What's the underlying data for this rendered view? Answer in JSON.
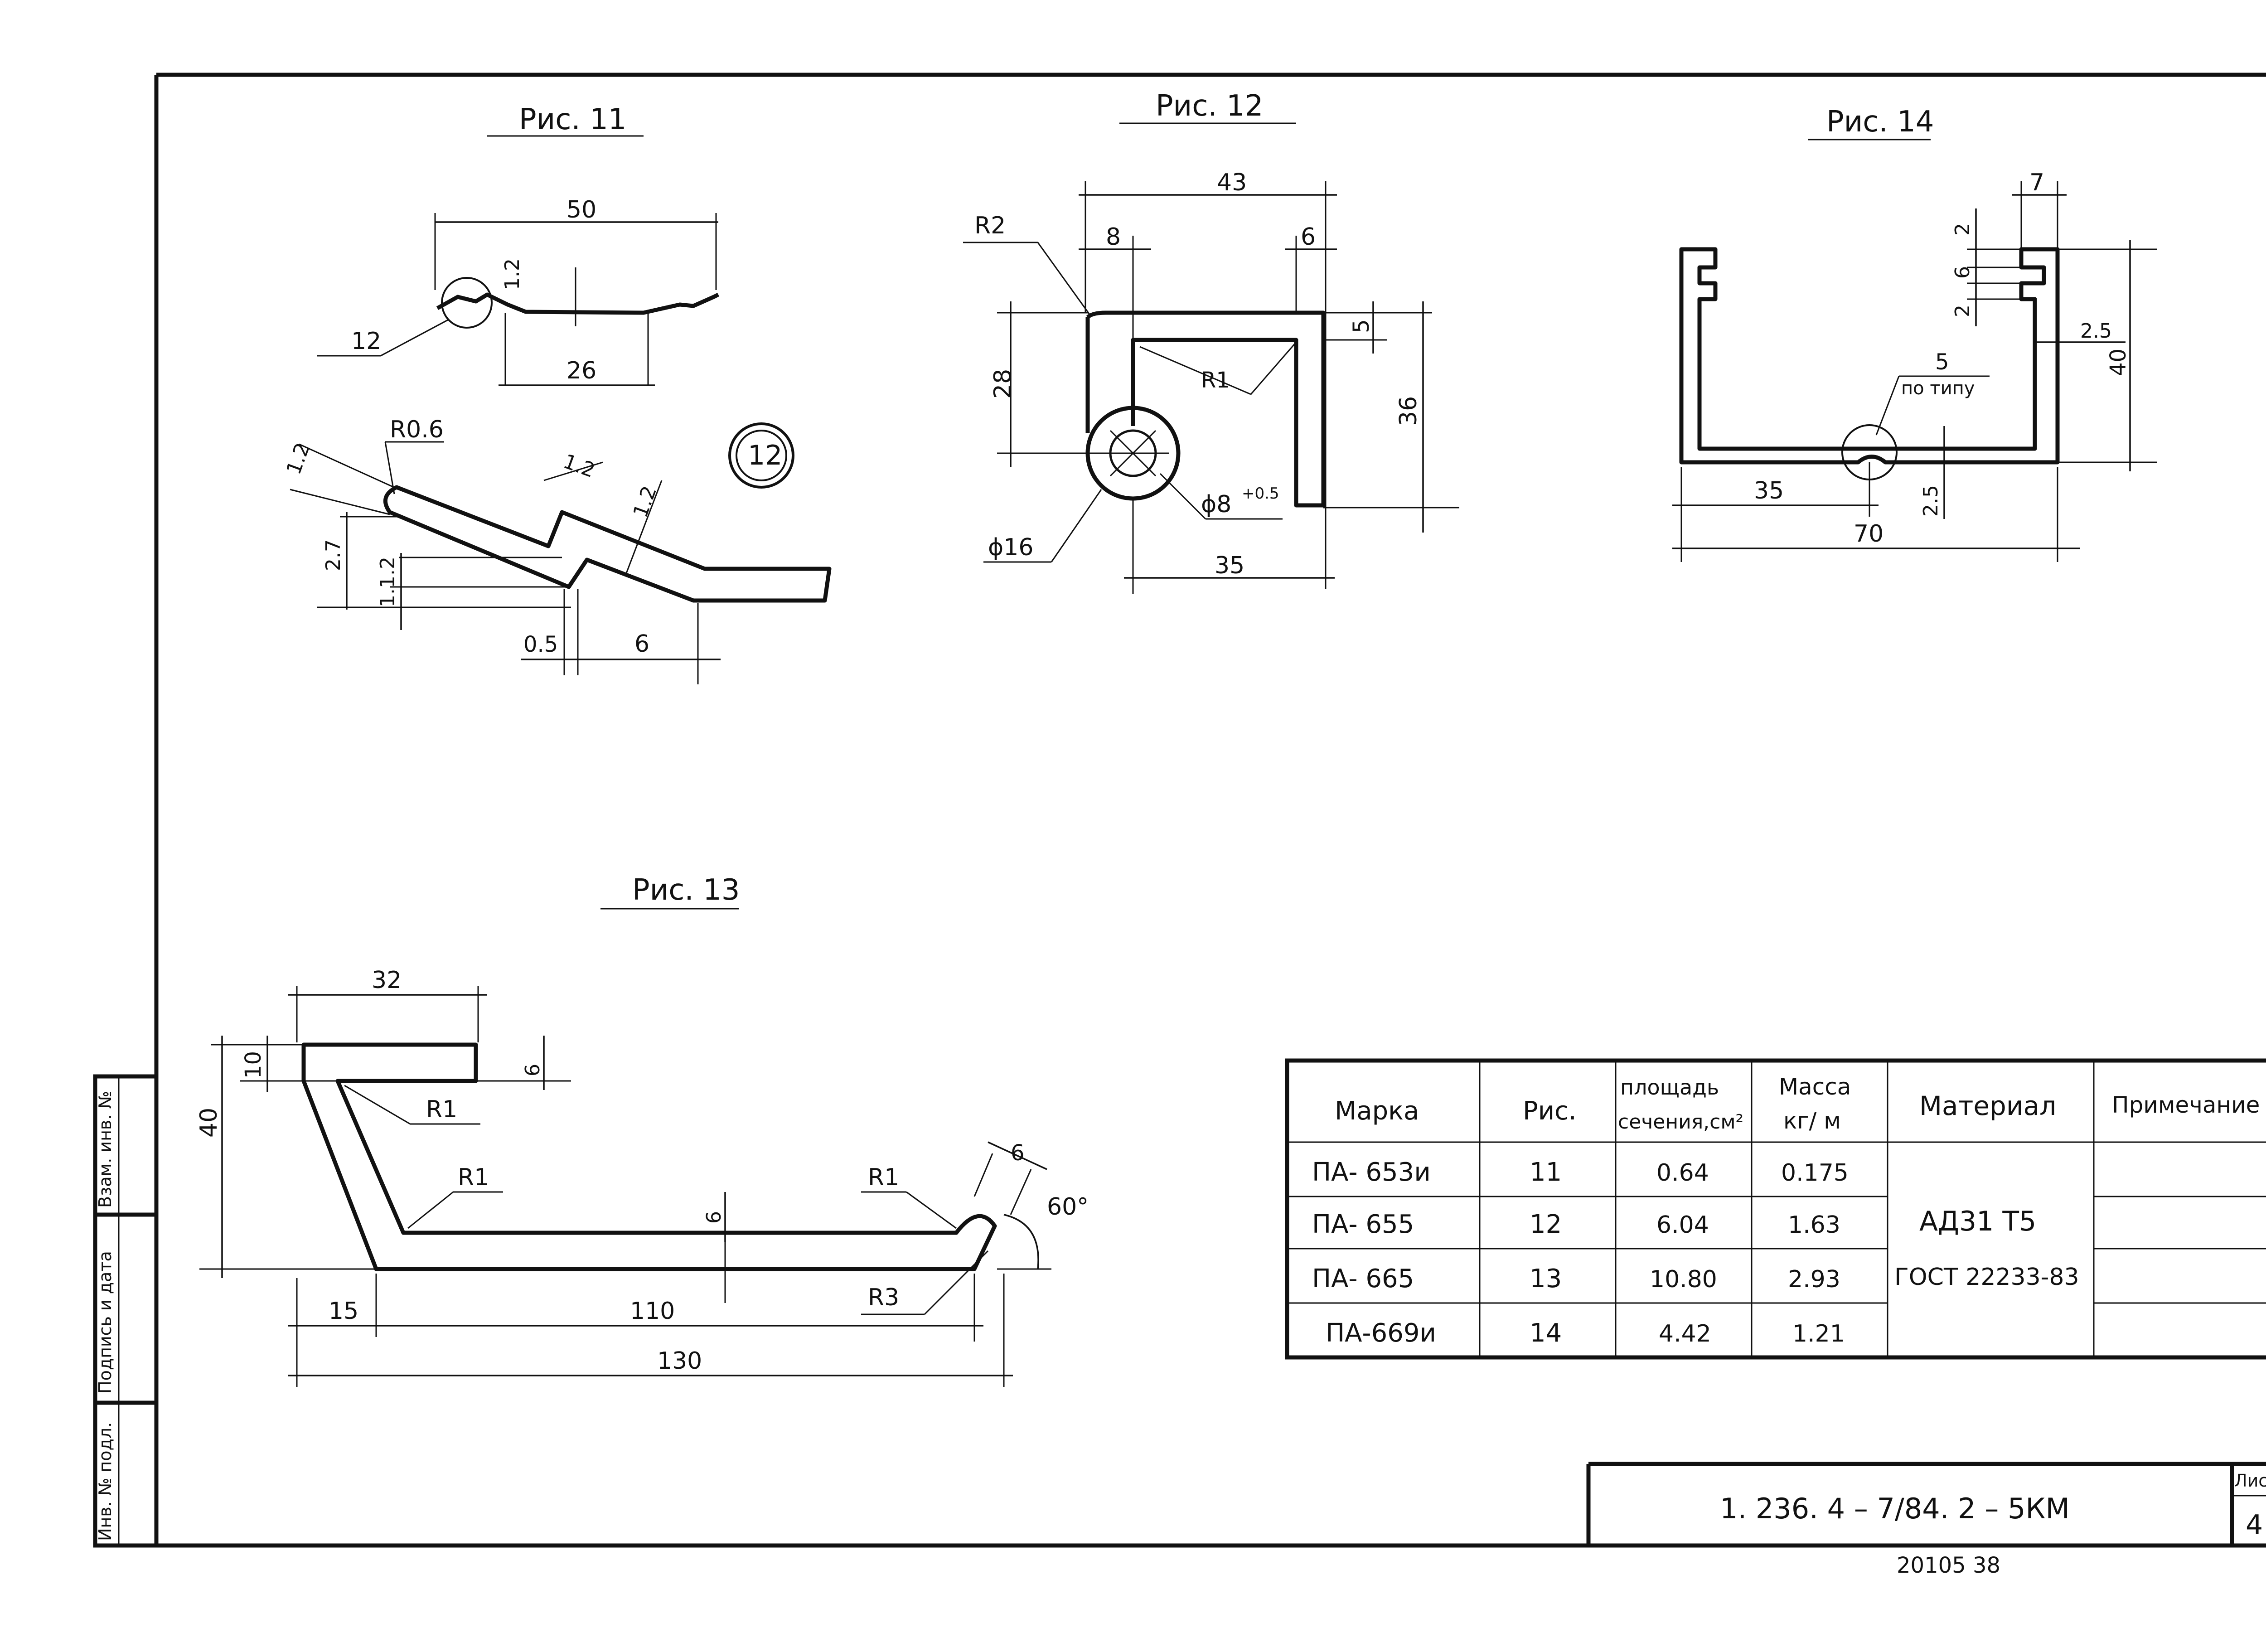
{
  "figures": {
    "fig11": {
      "title": "Рис. 11",
      "dims": {
        "d50": "50",
        "d12": "1.2",
        "d26": "26",
        "ref12": "12",
        "rad": "R0.6",
        "d12a": "1.2",
        "d12b": "1.2",
        "d12c": "1.2",
        "d27": "2.7",
        "d112": "1.1.2",
        "d05": "0.5",
        "d6": "6"
      },
      "callout": "12"
    },
    "fig12": {
      "title": "Рис. 12",
      "dims": {
        "d43": "43",
        "r2": "R2",
        "d8": "8",
        "d6": "6",
        "d5": "5",
        "d28": "28",
        "r1": "R1",
        "d36": "36",
        "phi8": "ϕ8",
        "tol": "+0.5",
        "phi16": "ϕ16",
        "d35": "35"
      }
    },
    "fig13": {
      "title": "Рис. 13",
      "dims": {
        "d32": "32",
        "d10": "10",
        "d6top": "6",
        "d40": "40",
        "r1a": "R1",
        "r1b": "R1",
        "d6mid": "6",
        "r1c": "R1",
        "d6tip": "6",
        "ang": "60°",
        "r3": "R3",
        "d15": "15",
        "d110": "110",
        "d130": "130"
      }
    },
    "fig14": {
      "title": "Рис. 14",
      "dims": {
        "d7": "7",
        "d2a": "2",
        "d6": "6",
        "d2b": "2",
        "d25a": "2.5",
        "d40": "40",
        "d5": "5",
        "potipu": "по типу",
        "d35": "35",
        "d25b": "2.5",
        "d70": "70"
      }
    }
  },
  "spec_table": {
    "headers": {
      "marka": "Марка",
      "ris": "Рис.",
      "area1": "площадь",
      "area2": "сечения,см²",
      "mass1": "Масса",
      "mass2": "кг/ м",
      "material": "Материал",
      "note": "Примечание"
    },
    "rows": [
      {
        "marka": "ПА- 653и",
        "ris": "11",
        "area": "0.64",
        "mass": "0.175"
      },
      {
        "marka": "ПА- 655",
        "ris": "12",
        "area": "6.04",
        "mass": "1.63"
      },
      {
        "marka": "ПА- 665",
        "ris": "13",
        "area": "10.80",
        "mass": "2.93"
      },
      {
        "marka": "ПА-669и",
        "ris": "14",
        "area": "4.42",
        "mass": "1.21"
      }
    ],
    "material_line1": "АД31 Т5",
    "material_line2": "ГОСТ 22233-83"
  },
  "side_stamp": {
    "inv_podl": "Инв. № подл.",
    "podpis": "Подпись и дата",
    "vzam": "Взам. инв. №"
  },
  "title_block": {
    "code": "1. 236. 4 – 7/84. 2 – 5КМ",
    "sheet_label": "Лис",
    "sheet_num": "4",
    "bottom_num": "20105   38"
  }
}
